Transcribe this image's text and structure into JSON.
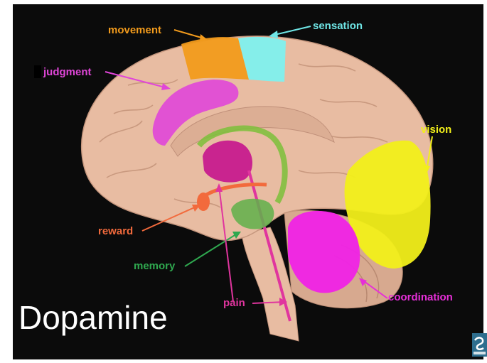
{
  "title": "Dopamine",
  "labels": {
    "movement": "movement",
    "sensation": "sensation",
    "judgment": "judgment",
    "vision": "vision",
    "reward": "reward",
    "memory": "memory",
    "pain": "pain",
    "coordination": "coordination"
  },
  "colors": {
    "movement": "#f29b1c",
    "sensation": "#6fe6e6",
    "judgment": "#e046d8",
    "vision": "#f2ef1a",
    "reward": "#f26a3c",
    "memory": "#2fa84f",
    "pain": "#e0359e",
    "coordination": "#e62fd8"
  },
  "logo_icon": "publisher-logo-icon"
}
